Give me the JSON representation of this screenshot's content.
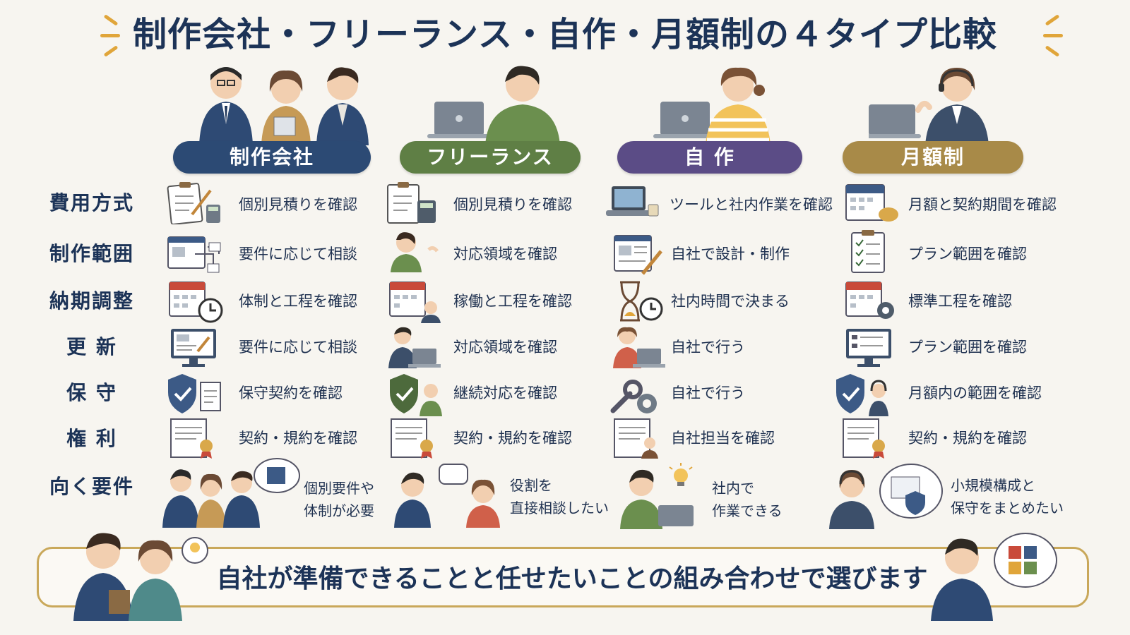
{
  "title": "制作会社・フリーランス・自作・月額制の４タイプ比較",
  "columns": [
    {
      "label": "制作会社",
      "color": "#2c4a74"
    },
    {
      "label": "フリーランス",
      "color": "#5f7f45"
    },
    {
      "label": "自 作",
      "color": "#5b4c86"
    },
    {
      "label": "月額制",
      "color": "#a88a48"
    }
  ],
  "rows": [
    {
      "label": "費用方式",
      "cells": [
        "個別見積りを確認",
        "個別見積りを確認",
        "ツールと社内作業を確認",
        "月額と契約期間を確認"
      ]
    },
    {
      "label": "制作範囲",
      "cells": [
        "要件に応じて相談",
        "対応領域を確認",
        "自社で設計・制作",
        "プラン範囲を確認"
      ]
    },
    {
      "label": "納期調整",
      "cells": [
        "体制と工程を確認",
        "稼働と工程を確認",
        "社内時間で決まる",
        "標準工程を確認"
      ]
    },
    {
      "label": "更 新",
      "cells": [
        "要件に応じて相談",
        "対応領域を確認",
        "自社で行う",
        "プラン範囲を確認"
      ]
    },
    {
      "label": "保 守",
      "cells": [
        "保守契約を確認",
        "継続対応を確認",
        "自社で行う",
        "月額内の範囲を確認"
      ]
    },
    {
      "label": "権 利",
      "cells": [
        "契約・規約を確認",
        "契約・規約を確認",
        "自社担当を確認",
        "契約・規約を確認"
      ]
    }
  ],
  "suited": {
    "label": "向く要件",
    "cells": [
      [
        "個別要件や",
        "体制が必要"
      ],
      [
        "役割を",
        "直接相談したい"
      ],
      [
        "社内で",
        "作業できる"
      ],
      [
        "小規模構成と",
        "保守をまとめたい"
      ]
    ]
  },
  "banner": "自社が準備できることと任せたいことの組み合わせで選びます",
  "icons": {
    "row0": [
      "clipboard-calculator-icon",
      "clipboard-calculator-icon",
      "laptop-coffee-icon",
      "calendar-purse-icon"
    ],
    "row1": [
      "flowchart-icon",
      "person-thinking-icon",
      "document-pencil-icon",
      "checklist-icon"
    ],
    "row2": [
      "calendar-clock-icon",
      "calendar-person-icon",
      "hourglass-clock-icon",
      "calendar-gear-icon"
    ],
    "row3": [
      "monitor-edit-icon",
      "person-laptop-icon",
      "person-laptop-icon",
      "monitor-list-icon"
    ],
    "row4": [
      "shield-document-icon",
      "shield-person-icon",
      "wrench-gear-icon",
      "shield-headset-icon"
    ],
    "row5": [
      "certificate-icon",
      "certificate-icon",
      "document-person-icon",
      "certificate-icon"
    ]
  }
}
